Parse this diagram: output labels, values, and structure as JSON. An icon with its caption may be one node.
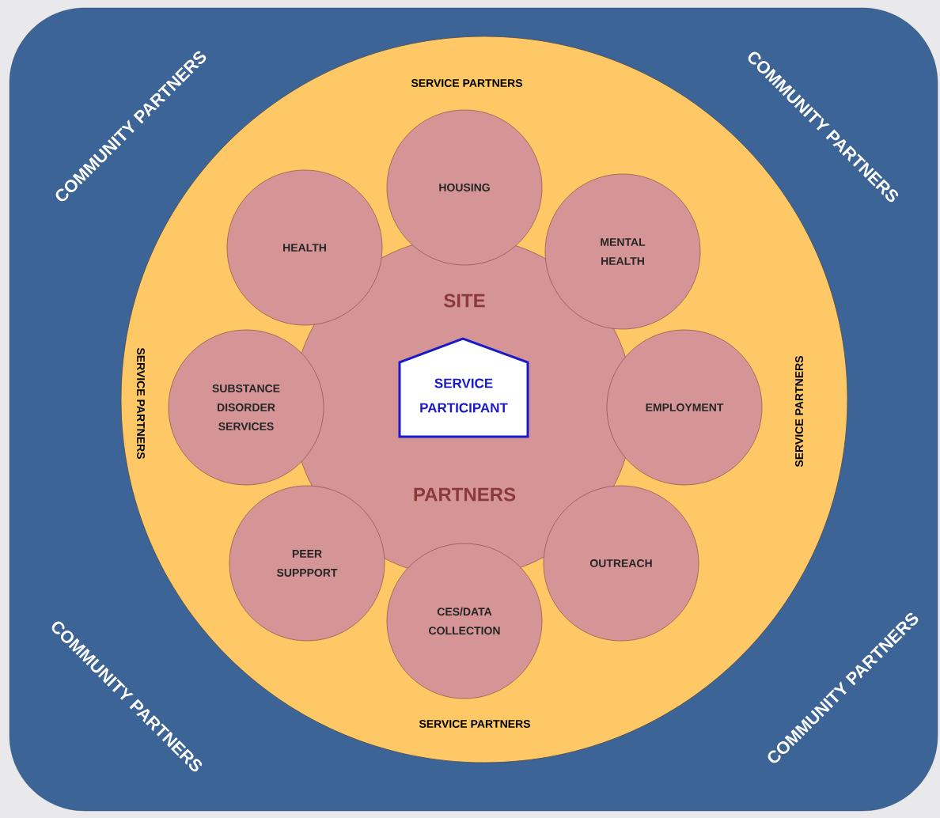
{
  "diagram": {
    "nodes": [
      {
        "text": [
          "COMMUNITY PARTNERS",
          "COMMUNITY PARTNERS",
          "COMMUNITY PARTNERS",
          "COMMUNITY PARTNERS"
        ]
      },
      {
        "text": [
          "SERVICE PARTNERS",
          "SERVICE PARTNERS",
          "SERVICE PARTNERS",
          "SERVICE PARTNERS"
        ],
        "in": 0
      },
      {
        "text": [
          "SITE",
          "PARTNERS"
        ],
        "in": 1
      },
      {
        "text": [
          "SERVICE PARTICIPANT"
        ],
        "in": 2
      },
      {
        "text": [
          "HOUSING"
        ],
        "in": 1
      },
      {
        "text": [
          "HEALTH"
        ],
        "in": 1
      },
      {
        "text": [
          "MENTAL HEALTH"
        ],
        "in": 1
      },
      {
        "text": [
          "SUBSTANCE DISORDER SERVICES"
        ],
        "in": 1
      },
      {
        "text": [
          "EMPLOYMENT"
        ],
        "in": 1
      },
      {
        "text": [
          "PEER SUPPPORT"
        ],
        "in": 1
      },
      {
        "text": [
          "OUTREACH"
        ],
        "in": 1
      },
      {
        "text": [
          "CES/DATA COLLECTION"
        ],
        "in": 1
      }
    ]
  }
}
